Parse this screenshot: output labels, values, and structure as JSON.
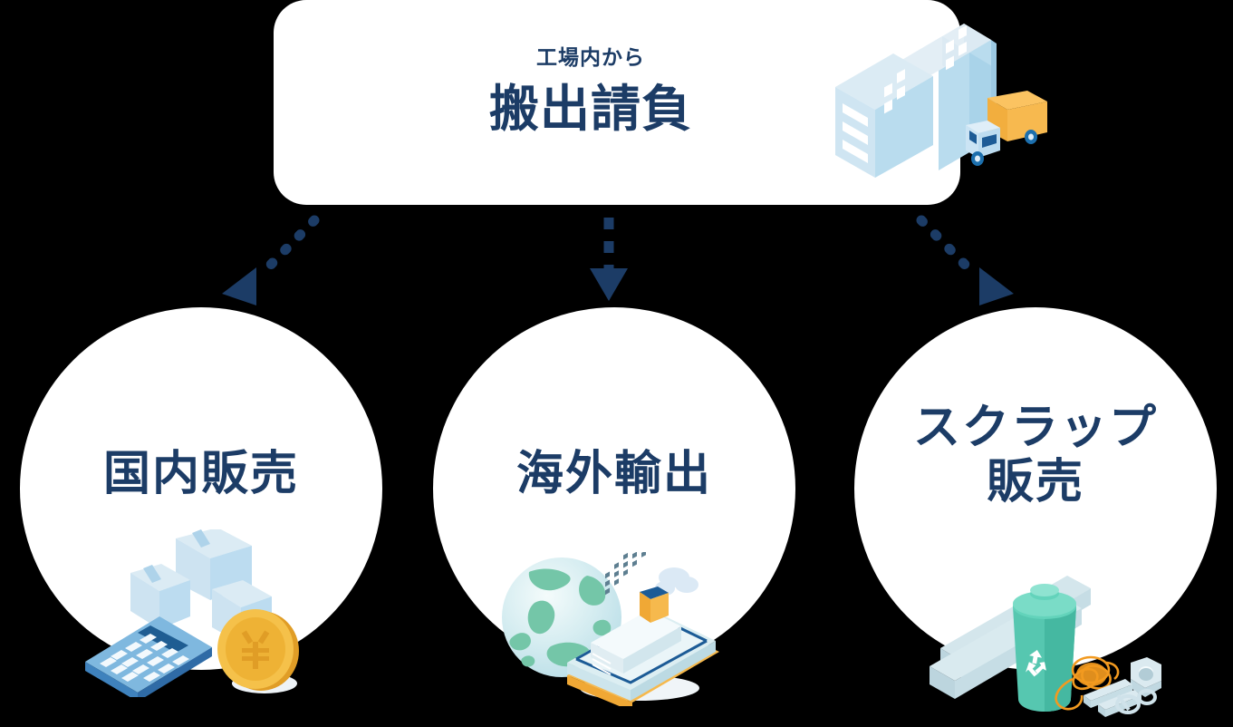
{
  "diagram": {
    "type": "flow",
    "background_color": "#000000",
    "accent_color": "#1c3c66",
    "card_color": "#ffffff",
    "top_card": {
      "eyebrow": "工場内から",
      "title": "搬出請負",
      "icon_name": "factory-truck-icon"
    },
    "arrows": {
      "style": "dashed",
      "color": "#1c3c66",
      "count": 3
    },
    "branches": [
      {
        "id": "domestic",
        "label_lines": [
          "国内販売"
        ],
        "icon_name": "calculator-boxes-yen-coin-icon"
      },
      {
        "id": "export",
        "label_lines": [
          "海外輸出"
        ],
        "icon_name": "globe-cargo-ship-icon"
      },
      {
        "id": "scrap",
        "label_lines": [
          "スクラップ",
          "販売"
        ],
        "icon_name": "scrap-metal-recycle-bin-icon"
      }
    ]
  }
}
